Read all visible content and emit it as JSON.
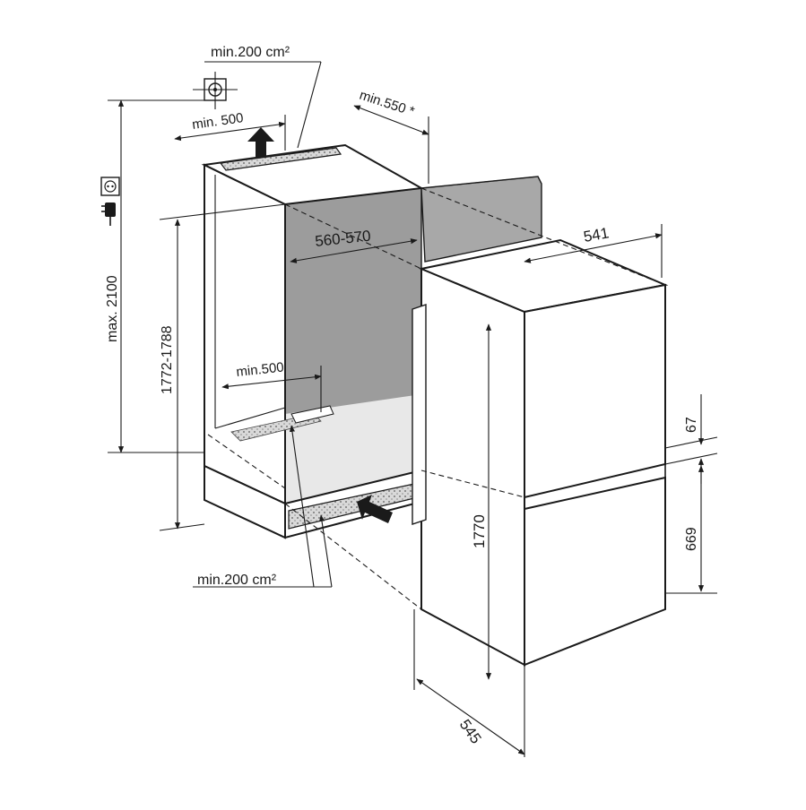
{
  "dimensions": {
    "top_vent_area": "min.200 cm²",
    "top_vent_depth": "min. 500",
    "door_clearance": "min.550 *",
    "niche_width": "560-570",
    "appliance_depth": "541",
    "max_height": "max. 2100",
    "niche_height": "1772-1788",
    "bottom_vent_depth": "min.500",
    "bottom_vent_area": "min.200 cm²",
    "appliance_height": "1770",
    "door_gap": "67",
    "lower_door_height": "669",
    "overall_depth": "545"
  },
  "icons": {
    "ceiling_vent": "ceiling-vent-icon",
    "power_socket": "power-socket-icon",
    "power_plug": "power-plug-icon"
  }
}
